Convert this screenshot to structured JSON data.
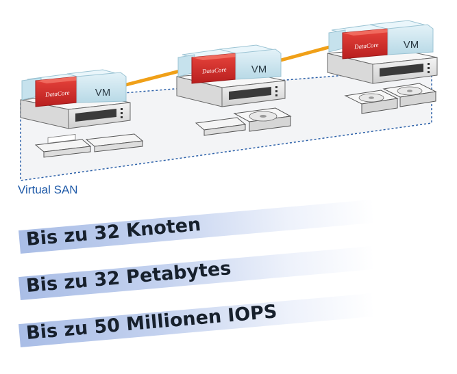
{
  "diagram": {
    "nodes": [
      {
        "vm_label": "VM",
        "logo_text": "DataCore"
      },
      {
        "vm_label": "VM",
        "logo_text": "DataCore"
      },
      {
        "vm_label": "VM",
        "logo_text": "DataCore"
      }
    ],
    "virtual_san_label": "Virtual SAN",
    "colors": {
      "vm_box": "#c9e3ee",
      "datacore_red": "#d8322f",
      "link": "#f0a018",
      "server": "#e7e7e7",
      "san_boundary": "#2a5fa8"
    }
  },
  "features": [
    {
      "text": "Bis zu 32 Knoten"
    },
    {
      "text": "Bis zu 32 Petabytes"
    },
    {
      "text": "Bis zu 50 Millionen IOPS"
    }
  ]
}
